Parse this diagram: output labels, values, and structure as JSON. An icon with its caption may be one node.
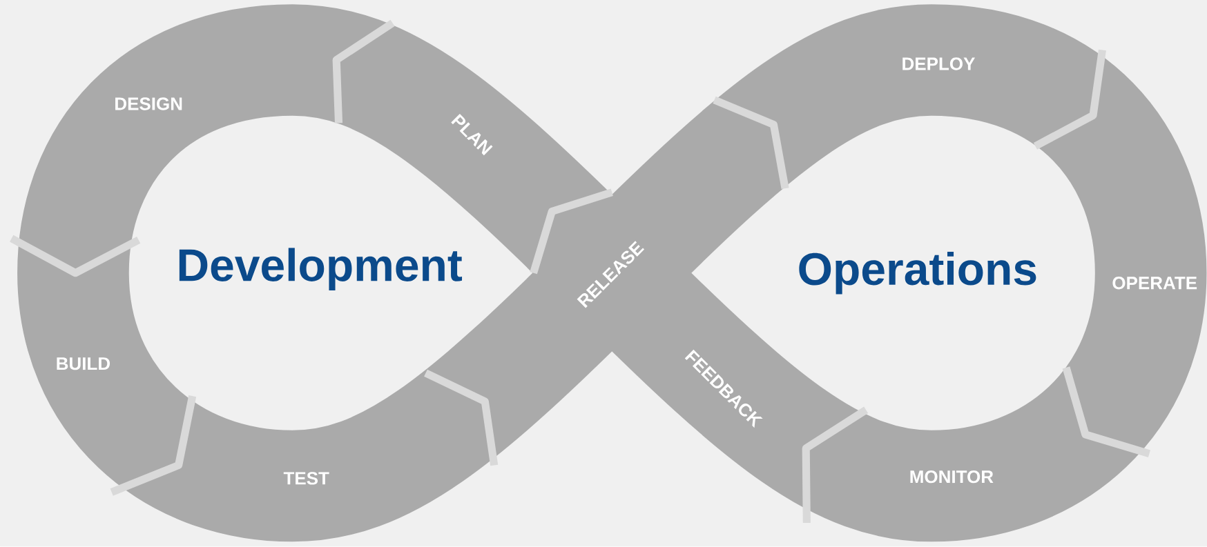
{
  "diagram": {
    "labels": [
      "DESIGN",
      "PLAN",
      "DEPLOY",
      "Development",
      "RELEASE",
      "Operations",
      "OPERATE",
      "BUILD",
      "FEEDBACK",
      "TEST",
      "MONITOR"
    ]
  }
}
